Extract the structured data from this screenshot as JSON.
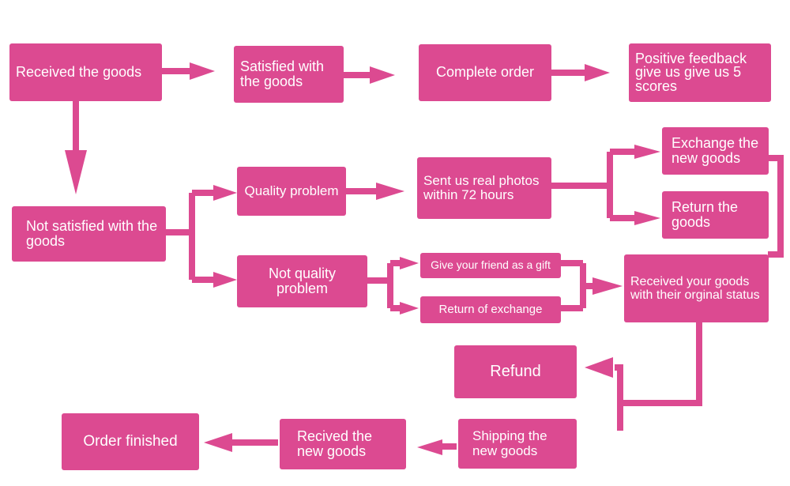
{
  "colors": {
    "box": "#dc4a91",
    "arrow": "#dc4a91",
    "text": "#ffffff",
    "background": "#ffffff"
  },
  "nodes": {
    "received_goods": "Received the goods",
    "satisfied": "Satisfied with the goods",
    "complete_order": "Complete order",
    "positive_feedback": "Positive feedback give us give us 5 scores",
    "not_satisfied": "Not satisfied with the goods",
    "quality_problem": "Quality problem",
    "sent_photos": "Sent us real photos within 72 hours",
    "exchange_new": "Exchange the new goods",
    "return_goods": "Return the goods",
    "not_quality_problem": "Not quality problem",
    "gift": "Give your friend as a gift",
    "return_exchange": "Return of exchange",
    "received_original": "Received your goods with their orginal status",
    "refund": "Refund",
    "shipping_new": "Shipping the new goods",
    "recived_new": "Recived the new goods",
    "order_finished": "Order finished"
  }
}
